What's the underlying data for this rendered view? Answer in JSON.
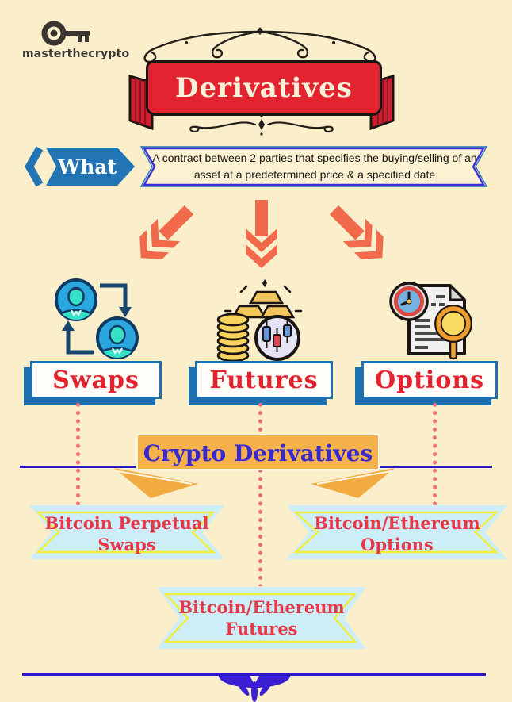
{
  "logo": {
    "text": "masterthecrypto"
  },
  "header": {
    "title": "Derivatives"
  },
  "what": {
    "label": "What",
    "definition_line1": "A contract between 2 parties that specifies the buying/selling",
    "definition_line2": "of an asset at a predetermined price & a specified date"
  },
  "categories": [
    {
      "label": "Swaps",
      "icon": "people-swap-icon"
    },
    {
      "label": "Futures",
      "icon": "gold-bars-coins-chart-icon"
    },
    {
      "label": "Options",
      "icon": "document-clock-magnifier-icon"
    }
  ],
  "crypto_banner": {
    "title": "Crypto Derivatives"
  },
  "products": [
    {
      "line1": "Bitcoin Perpetual",
      "line2": "Swaps"
    },
    {
      "line1": "Bitcoin/Ethereum",
      "line2": "Options"
    },
    {
      "line1": "Bitcoin/Ethereum",
      "line2": "Futures"
    }
  ],
  "icons": [
    "key-icon",
    "flourish-ornament-icon",
    "down-arrow-icon",
    "people-swap-icon",
    "gold-bars-coins-chart-icon",
    "document-clock-magnifier-icon",
    "fan-ornament-icon"
  ],
  "colors": {
    "background": "#faeecb",
    "banner_red": "#e3232f",
    "banner_text_cream": "#f8f1d9",
    "blue": "#1d6fae",
    "arrow_coral": "#f26a4c",
    "stencil_red": "#e5232f",
    "dotted_red": "#ee6e6e",
    "ribbon_orange": "#f6b24a",
    "purple_blue": "#2c18c9",
    "light_blue": "#cdeef8",
    "yellow_border": "#f2ec3a",
    "product_red": "#e73848",
    "ink_black": "#1a1512"
  }
}
